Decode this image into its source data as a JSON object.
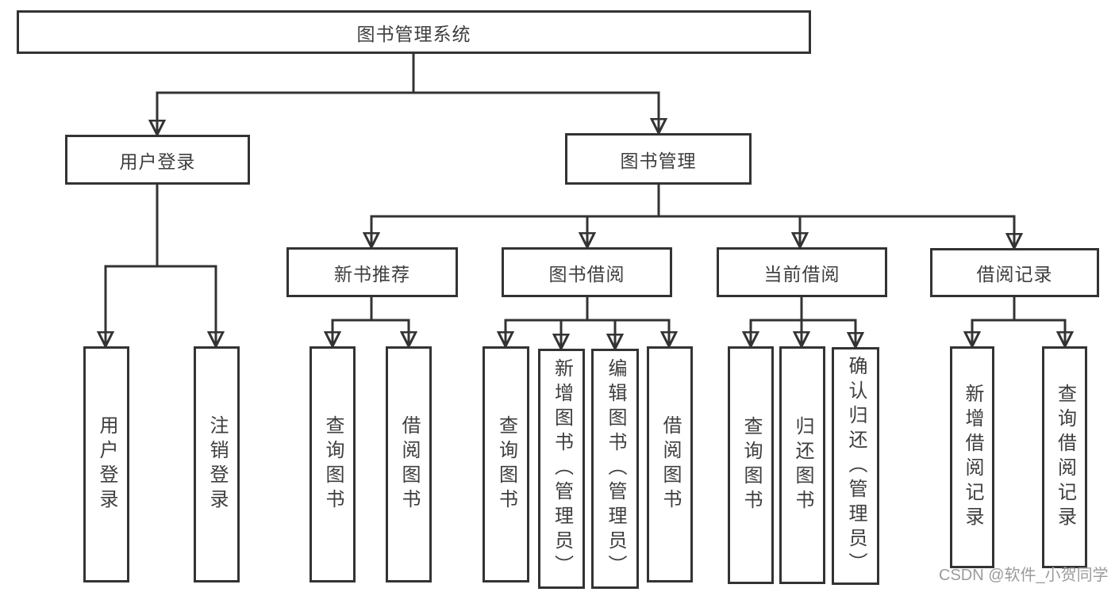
{
  "diagram": {
    "root": {
      "label": "图书管理系统"
    },
    "branches": [
      {
        "label": "用户登录",
        "children": [
          {
            "label": "用户登录"
          },
          {
            "label": "注销登录"
          }
        ]
      },
      {
        "label": "图书管理",
        "sections": [
          {
            "label": "新书推荐",
            "children": [
              {
                "label": "查询图书"
              },
              {
                "label": "借阅图书"
              }
            ]
          },
          {
            "label": "图书借阅",
            "children": [
              {
                "label": "查询图书"
              },
              {
                "label": "新增图书（管理员）"
              },
              {
                "label": "编辑图书（管理员）"
              },
              {
                "label": "借阅图书"
              }
            ]
          },
          {
            "label": "当前借阅",
            "children": [
              {
                "label": "查询图书"
              },
              {
                "label": "归还图书"
              },
              {
                "label": "确认归还（管理员）"
              }
            ]
          },
          {
            "label": "借阅记录",
            "children": [
              {
                "label": "新增借阅记录"
              },
              {
                "label": "查询借阅记录"
              }
            ]
          }
        ]
      }
    ],
    "watermark": "CSDN @软件_小贺同学",
    "colors": {
      "line": "#333333",
      "text": "#3e3e3e",
      "background": "#ffffff",
      "watermark": "#9b9b9b"
    }
  }
}
